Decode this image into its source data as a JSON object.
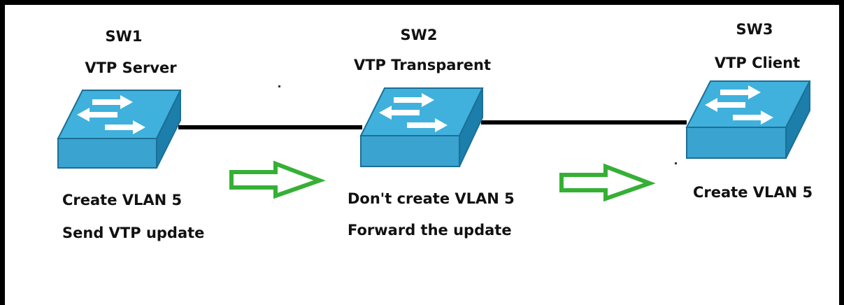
{
  "switches": [
    {
      "name": "SW1",
      "role": "VTP Server",
      "actions": [
        "Create VLAN 5",
        "Send VTP update"
      ]
    },
    {
      "name": "SW2",
      "role": "VTP Transparent",
      "actions": [
        "Don't create VLAN 5",
        "Forward the update"
      ]
    },
    {
      "name": "SW3",
      "role": "VTP Client",
      "actions": [
        "Create VLAN 5"
      ]
    }
  ],
  "colors": {
    "switch_top": "#3fb1dc",
    "switch_front": "#3aa3d0",
    "switch_side": "#1c7eab",
    "link": "#000000",
    "arrow": "#35b035"
  }
}
